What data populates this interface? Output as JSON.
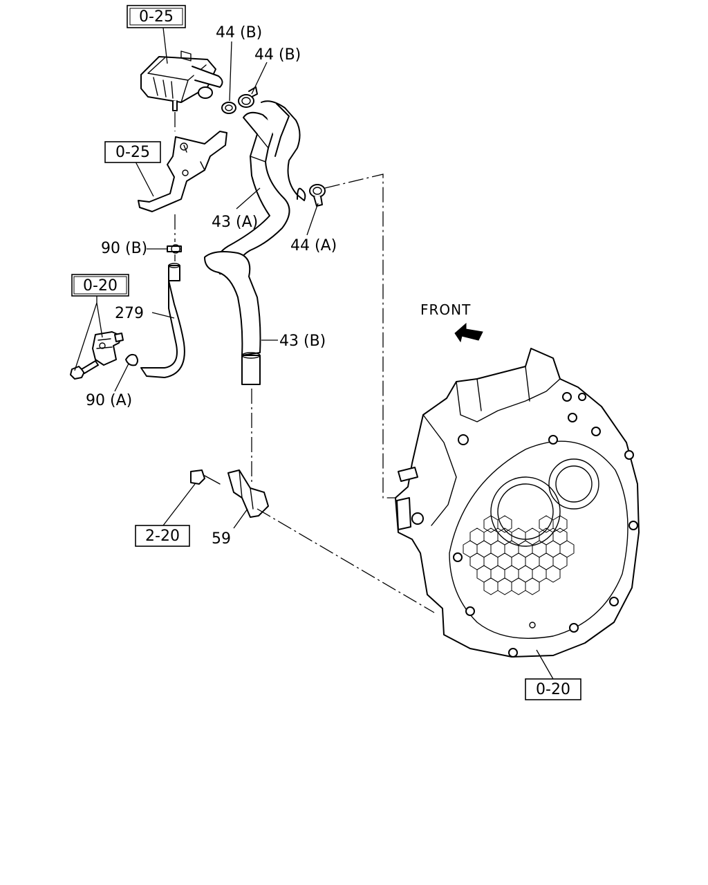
{
  "diagram": {
    "front_label": "FRONT",
    "boxed_refs": {
      "ref_vacuum_unit": "0-25",
      "ref_bracket": "0-25",
      "ref_sensor": "0-20",
      "ref_bolt": "2-20",
      "ref_housing": "0-20"
    },
    "part_labels": {
      "clamp_44b_1": "44 (B)",
      "clamp_44b_2": "44 (B)",
      "hose_43a": "43 (A)",
      "clamp_44a": "44 (A)",
      "clip_90b": "90 (B)",
      "hose_279": "279",
      "hose_43b": "43 (B)",
      "clip_90a": "90 (A)",
      "bracket_59": "59"
    }
  }
}
